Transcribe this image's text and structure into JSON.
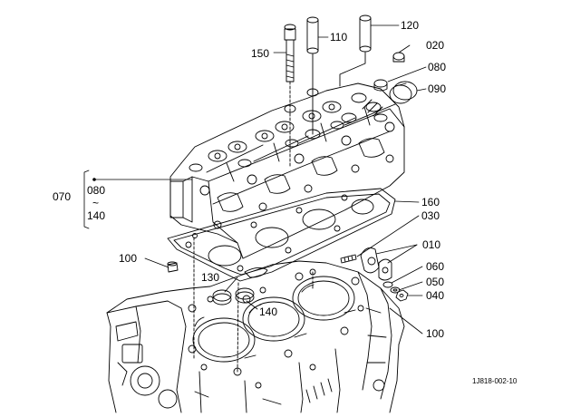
{
  "diagram": {
    "labels": {
      "p150": "150",
      "p110": "110",
      "p120": "120",
      "p020": "020",
      "p080": "080",
      "p090": "090",
      "p070": "070",
      "p080b": "080",
      "tilde": "~",
      "p140a": "140",
      "p160": "160",
      "p030": "030",
      "p010": "010",
      "p060": "060",
      "p050": "050",
      "p040": "040",
      "p100a": "100",
      "p130": "130",
      "p140b": "140",
      "p100b": "100"
    },
    "figure_code": "1J818-002-10"
  }
}
